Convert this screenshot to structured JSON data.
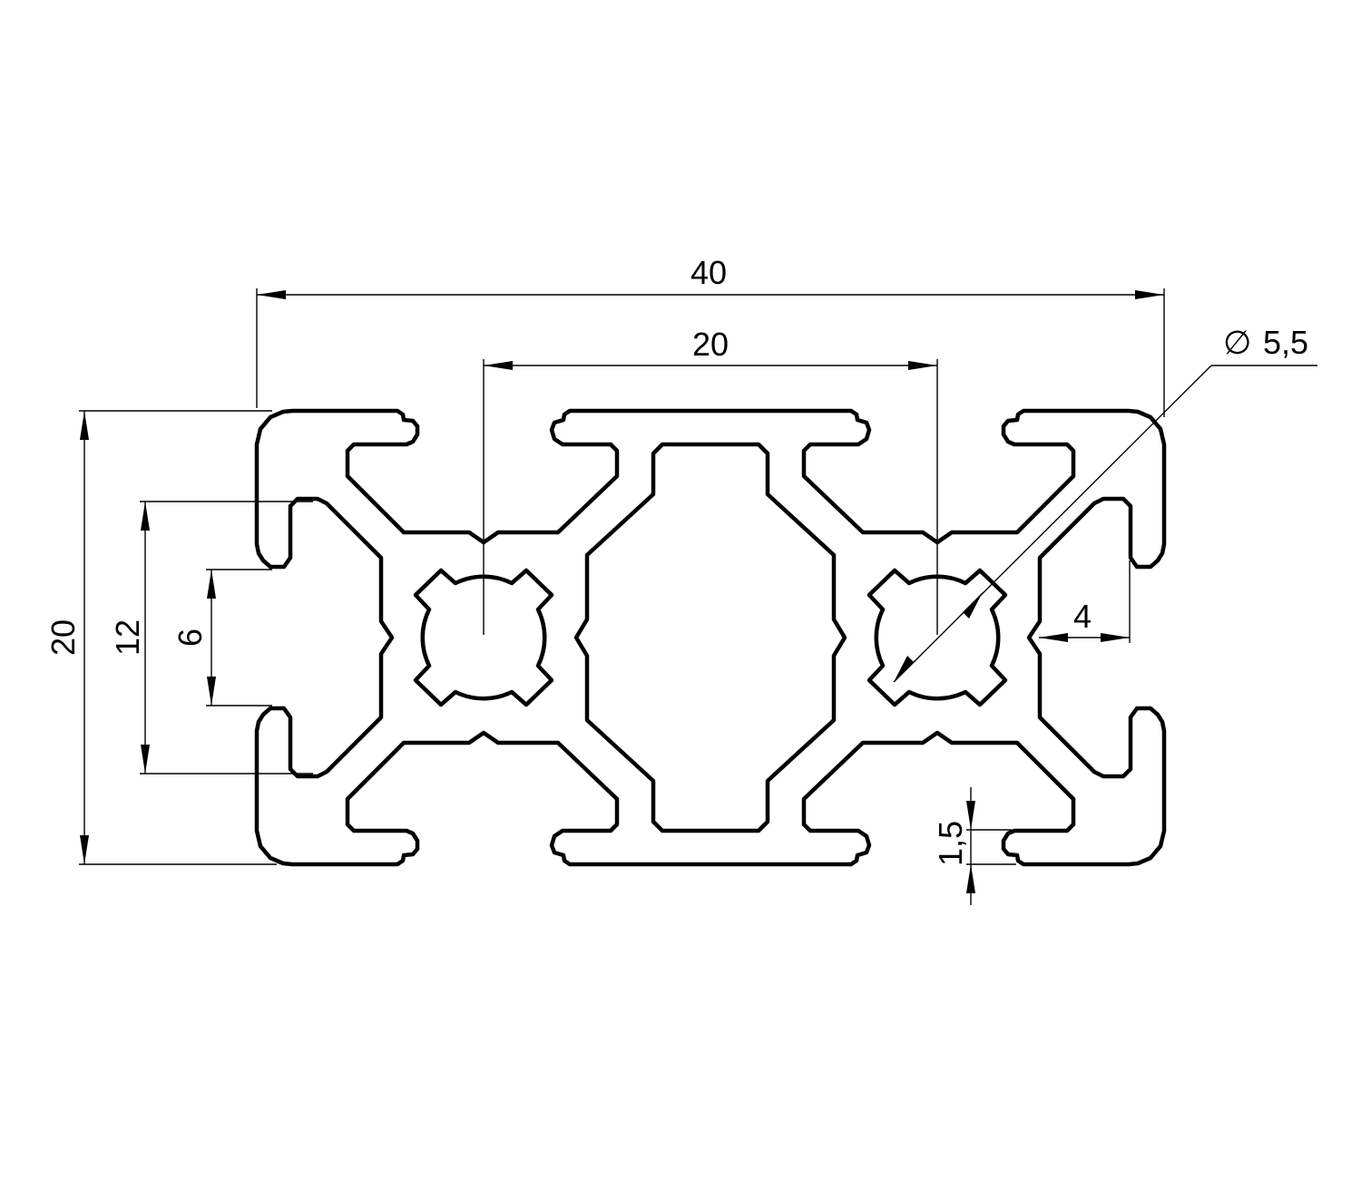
{
  "drawing": {
    "title": "Aluminium profile 20x40 cross-section",
    "dimensions": {
      "overall_width": "40",
      "slot_pitch": "20",
      "bore_diameter_symbol": "∅",
      "bore_diameter": "5,5",
      "overall_height": "20",
      "slot_inner_width": "12",
      "slot_opening": "6",
      "slot_depth": "4",
      "wall_thickness": "1,5"
    },
    "colors": {
      "line": "#000000",
      "background": "#ffffff"
    }
  }
}
